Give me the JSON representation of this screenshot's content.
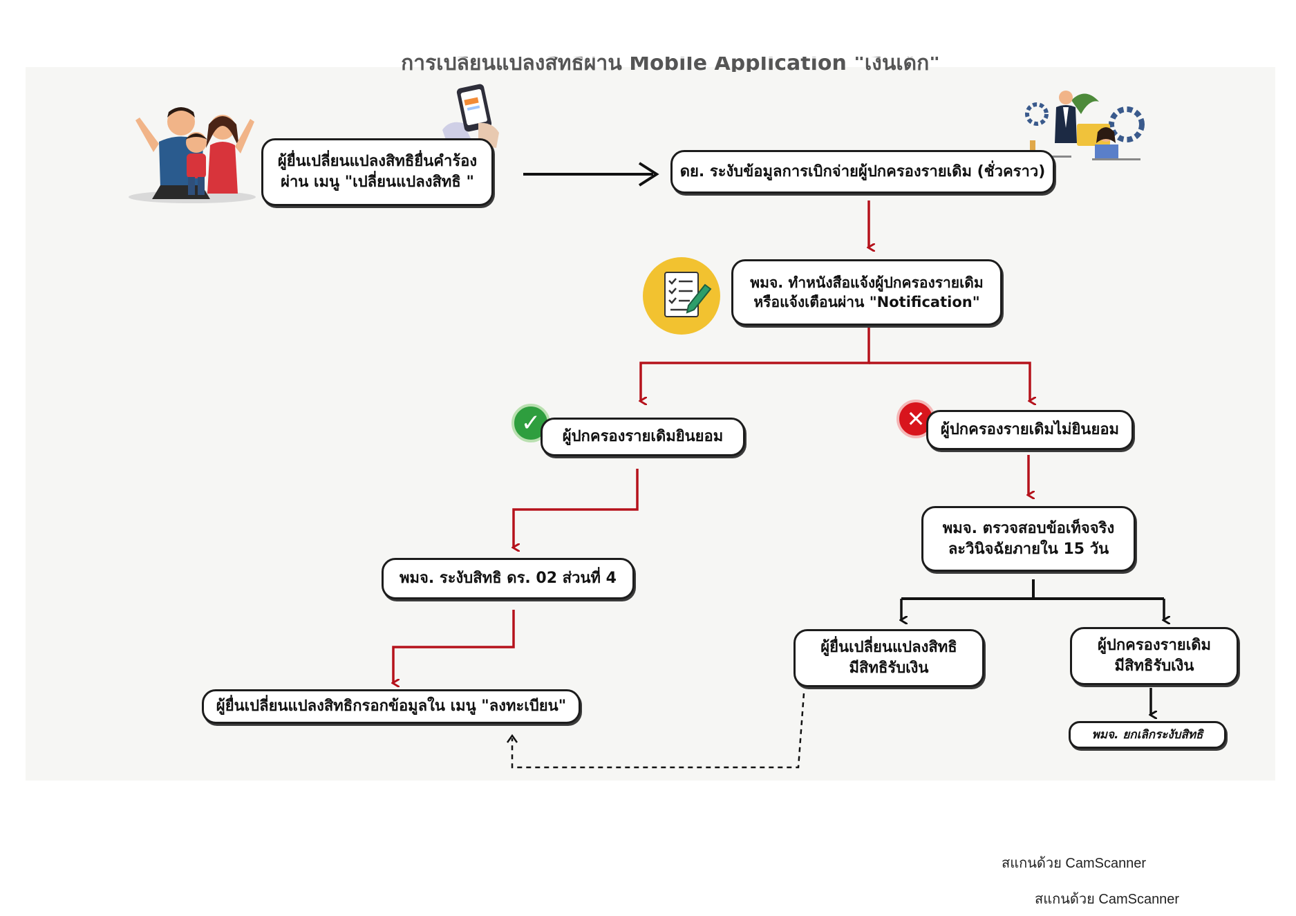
{
  "title": "การเปลี่ยนแปลงสิทธิผ่าน Mobile Application \"เงินเด็ก\"",
  "nodes": {
    "submit": [
      "ผู้ยื่นเปลี่ยนแปลงสิทธิยื่นคำร้อง",
      "ผ่าน เมนู \"เปลี่ยนแปลงสิทธิ \""
    ],
    "suspend_payment": [
      "ดย. ระงับข้อมูลการเบิกจ่ายผู้ปกครองรายเดิม (ชั่วคราว)"
    ],
    "notify": [
      "พมจ. ทำหนังสือแจ้งผู้ปกครองรายเดิม",
      "หรือแจ้งเตือนผ่าน \"Notification\""
    ],
    "consent": [
      "ผู้ปกครองรายเดิมยินยอม"
    ],
    "no_consent": [
      "ผู้ปกครองรายเดิมไม่ยินยอม"
    ],
    "suspend_rights": [
      "พมจ. ระงับสิทธิ ดร. 02 ส่วนที่ 4"
    ],
    "investigate": [
      "พมจ. ตรวจสอบข้อเท็จจริง",
      "ละวินิจฉัยภายใน 15 วัน"
    ],
    "register": [
      "ผู้ยื่นเปลี่ยนแปลงสิทธิกรอกข้อมูลใน เมนู \"ลงทะเบียน\""
    ],
    "applicant_entitled": [
      "ผู้ยื่นเปลี่ยนแปลงสิทธิ",
      "มีสิทธิรับเงิน"
    ],
    "original_entitled": [
      "ผู้ปกครองรายเดิม",
      "มีสิทธิรับเงิน"
    ],
    "cancel_suspension": [
      "พมจ. ยกเลิกระงับสิทธิ"
    ]
  },
  "icons": {
    "family": "family-illustration-icon",
    "phone": "mobile-phone-hand-icon",
    "office": "office-workers-gears-icon",
    "checklist": "checklist-document-icon",
    "approve": "green-check-circle-icon",
    "reject": "red-x-circle-icon"
  },
  "colors": {
    "branch_line": "#b5121b",
    "main_line": "#111111",
    "check": "#2e9e3e",
    "cross": "#d8151d",
    "checklist_bg": "#f2c230"
  },
  "footer": {
    "line1": "สแกนด้วย CamScanner",
    "line2": "สแกนด้วย CamScanner"
  }
}
